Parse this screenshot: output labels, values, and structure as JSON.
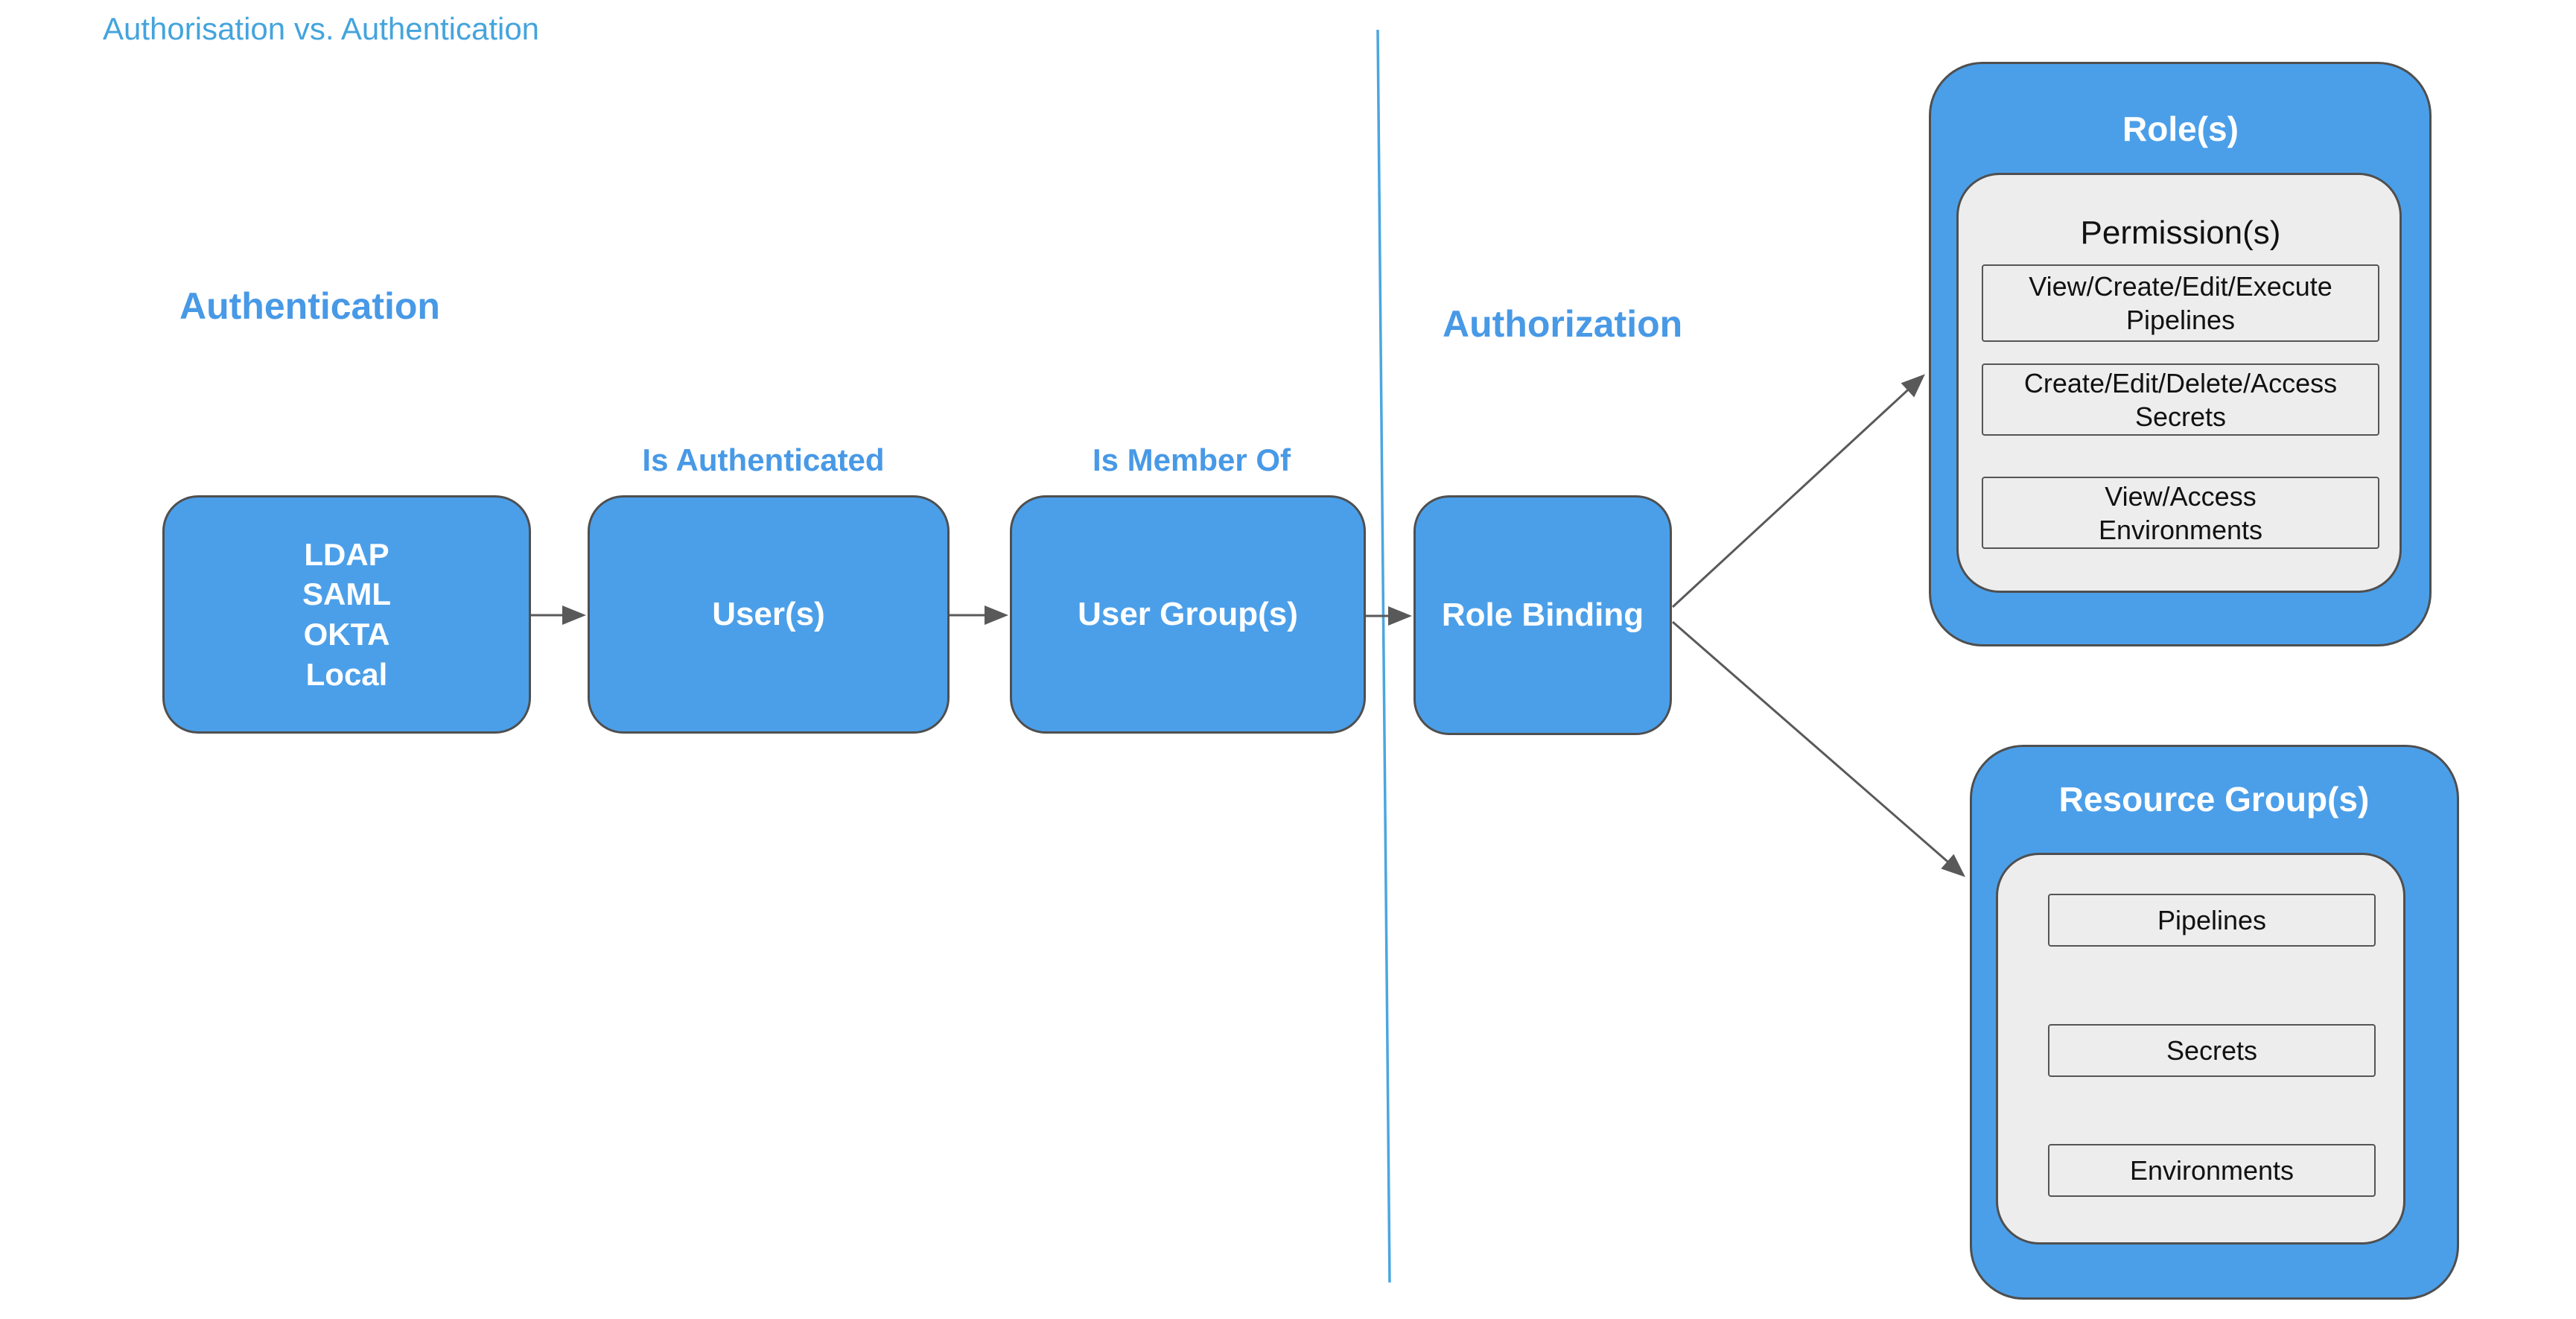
{
  "title": "Authorisation vs. Authentication",
  "sections": {
    "authentication": "Authentication",
    "authorization": "Authorization"
  },
  "edges": {
    "is_authenticated": "Is Authenticated",
    "is_member_of": "Is Member Of"
  },
  "nodes": {
    "identity_providers": "LDAP\nSAML\nOKTA\nLocal",
    "users": "User(s)",
    "user_groups": "User Group(s)",
    "role_binding": "Role Binding"
  },
  "roles": {
    "title": "Role(s)",
    "permissions_title": "Permission(s)",
    "permissions": [
      "View/Create/Edit/Execute\nPipelines",
      "Create/Edit/Delete/Access\nSecrets",
      "View/Access\nEnvironments"
    ]
  },
  "resource_groups": {
    "title": "Resource Group(s)",
    "items": [
      "Pipelines",
      "Secrets",
      "Environments"
    ]
  },
  "colors": {
    "node_fill": "#4b9fe9",
    "node_border": "#4f4f4f",
    "panel_fill": "#ededed",
    "divider_line": "#4ba6df",
    "title_text": "#44a4dd",
    "heading_text": "#4899e6",
    "connector_line": "#595959",
    "node_text": "#ffffff",
    "panel_text": "#111111"
  }
}
